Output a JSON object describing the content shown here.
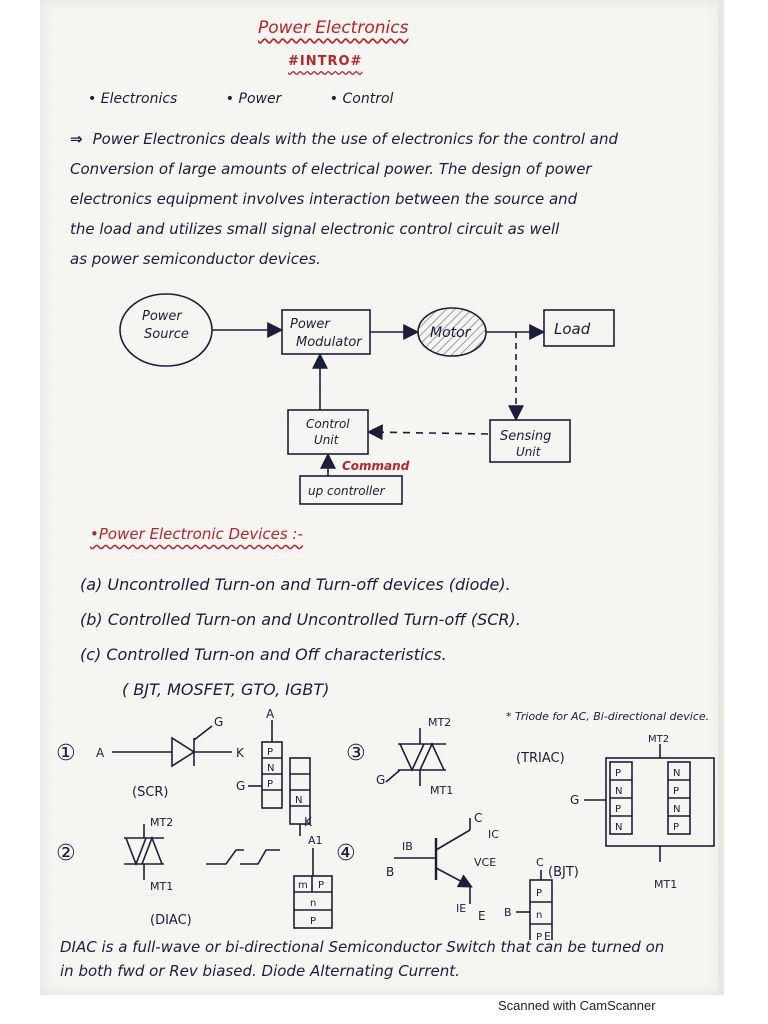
{
  "header": {
    "title": "Power Electronics",
    "subtitle": "#INTRO#"
  },
  "topics": [
    "Electronics",
    "Power",
    "Control"
  ],
  "intro_paragraph": {
    "arrow": "⇒",
    "lines": [
      "Power Electronics deals with the use of electronics for the control and",
      "Conversion of large amounts of electrical power. The design of power",
      "electronics equipment involves interaction between the source and",
      "the load and utilizes small signal electronic control circuit as well",
      "as power semiconductor devices."
    ]
  },
  "block_diagram": {
    "power_source": [
      "Power",
      "Source"
    ],
    "power_modulator": [
      "Power",
      "Modulator"
    ],
    "motor": "Motor",
    "load": "Load",
    "control_unit": [
      "Control",
      "Unit"
    ],
    "sensing_unit": [
      "Sensing",
      "Unit"
    ],
    "command": "Command",
    "controller": "up controller"
  },
  "devices_section": {
    "title": "•Power Electronic Devices :-",
    "items": [
      "(a) Uncontrolled Turn-on and Turn-off devices (diode).",
      "(b) Controlled Turn-on and Uncontrolled Turn-off (SCR).",
      "(c) Controlled Turn-on and Off characteristics.",
      "( BJT, MOSFET, GTO, IGBT)"
    ]
  },
  "symbols": {
    "n1": "①",
    "n2": "②",
    "n3": "③",
    "n4": "④",
    "scr_A": "A",
    "scr_K": "K",
    "scr_G": "G",
    "scr_label": "(SCR)",
    "layer_A": "A",
    "layer_G": "G",
    "layer_K": "K",
    "layers": [
      "P",
      "N",
      "P",
      "N"
    ],
    "triac_MT2": "MT2",
    "triac_MT1": "MT1",
    "triac_G": "G",
    "triac_note": "* Triode for AC, Bi-directional device.",
    "triac_label": "(TRIAC)",
    "triac_layer_MT2": "MT2",
    "triac_layer_MT1": "MT1",
    "triac_layer_G": "G",
    "triac_left_layers": [
      "P",
      "N",
      "P",
      "N"
    ],
    "triac_right_layers": [
      "N",
      "P",
      "N",
      "P"
    ],
    "diac_MT2": "MT2",
    "diac_MT1": "MT1",
    "diac_label": "(DIAC)",
    "diac_A1": "A1",
    "diac_layers": [
      "m",
      "P",
      "n",
      "P"
    ],
    "bjt_C": "C",
    "bjt_B": "B",
    "bjt_E": "E",
    "bjt_IC": "IC",
    "bjt_IB": "IB",
    "bjt_IE": "IE",
    "bjt_VCE": "VCE",
    "bjt_label": "(BJT)",
    "bjt_layer_C": "C",
    "bjt_layer_B": "B",
    "bjt_layer_E": "E",
    "bjt_layers": [
      "P",
      "n",
      "P"
    ]
  },
  "diac_note": {
    "lines": [
      "DIAC is a full-wave or bi-directional Semiconductor Switch that can be turned on",
      "in both fwd or Rev biased. Diode Alternating Current."
    ]
  },
  "footer": {
    "scanner": "Scanned with CamScanner"
  }
}
